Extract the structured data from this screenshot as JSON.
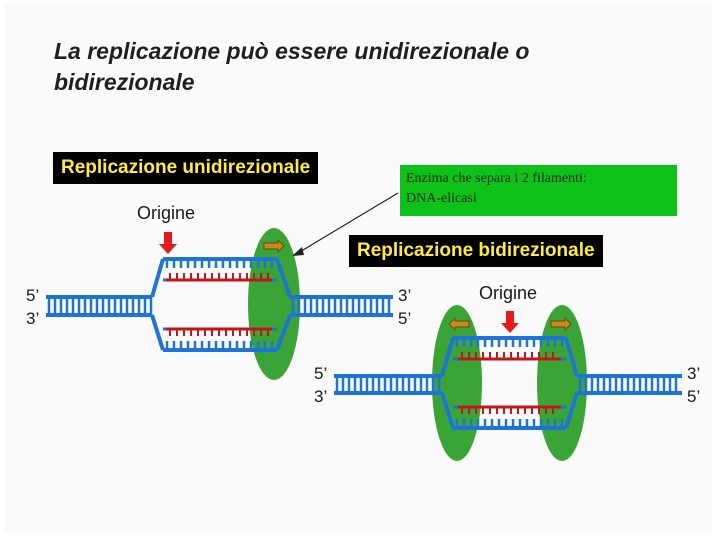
{
  "title": "La replicazione può essere unidirezionale o bidirezionale",
  "unidirectional": {
    "label": "Replicazione unidirezionale",
    "origin": "Origine",
    "left_top": "5’",
    "left_bottom": "3’",
    "right_top": "3’",
    "right_bottom": "5’"
  },
  "bidirectional": {
    "label": "Replicazione bidirezionale",
    "origin": "Origine",
    "left_top": "5’",
    "left_bottom": "3’",
    "right_top": "3’",
    "right_bottom": "5’"
  },
  "enzyme": {
    "line1": "Enzima che separa i 2 filamenti:",
    "line2": "DNA-elicasi"
  },
  "colors": {
    "dna_strand": "#1e73d6",
    "new_strand": "#c0161c",
    "helicase_zone": "#3aa536",
    "helicase_arrow": "#c98a1a",
    "origin_arrow": "#e21b1b",
    "label_text": "#ffeb3b",
    "enzyme_box": "#0fc21a"
  }
}
